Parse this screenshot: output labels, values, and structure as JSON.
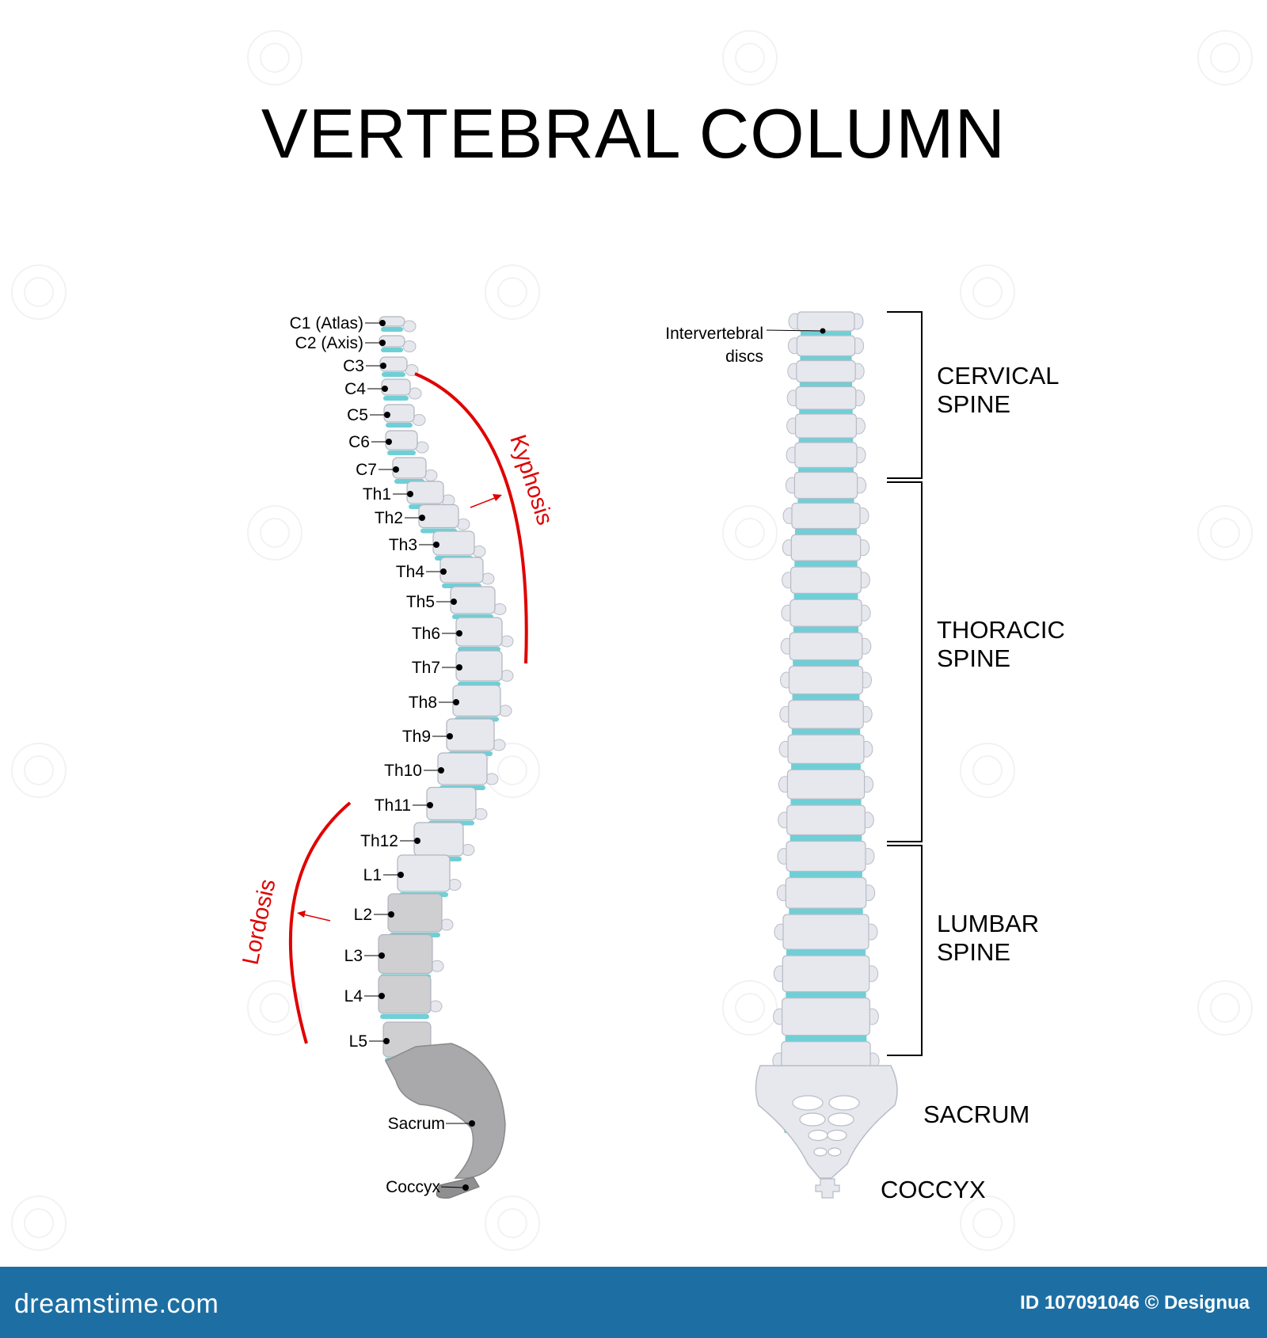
{
  "title": "VERTEBRAL COLUMN",
  "vertebra_labels": [
    "C1 (Atlas)",
    "C2 (Axis)",
    "C3",
    "C4",
    "C5",
    "C6",
    "C7",
    "Th1",
    "Th2",
    "Th3",
    "Th4",
    "Th5",
    "Th6",
    "Th7",
    "Th8",
    "Th9",
    "Th10",
    "Th11",
    "Th12",
    "L1",
    "L2",
    "L3",
    "L4",
    "L5"
  ],
  "side_labels": {
    "sacrum": "Sacrum",
    "coccyx": "Coccyx"
  },
  "curvatures": {
    "kyphosis": "Kyphosis",
    "lordosis": "Lordosis"
  },
  "front_labels": {
    "discs_line1": "Intervertebral",
    "discs_line2": "discs",
    "cervical_line1": "CERVICAL",
    "cervical_line2": "SPINE",
    "thoracic_line1": "THORACIC",
    "thoracic_line2": "SPINE",
    "lumbar_line1": "LUMBAR",
    "lumbar_line2": "SPINE",
    "sacrum": "SACRUM",
    "coccyx": "COCCYX"
  },
  "footer": {
    "brand": "dreamstime.com",
    "id_text": "ID 107091046 © Designua"
  },
  "colors": {
    "bone": "#e6e8ee",
    "lumbar_side": "#cfcfd1",
    "sacrum_side": "#a9a9ab",
    "disc": "#6fcfd6",
    "curve": "#e00000",
    "footer_bg": "#1d6fa3"
  }
}
